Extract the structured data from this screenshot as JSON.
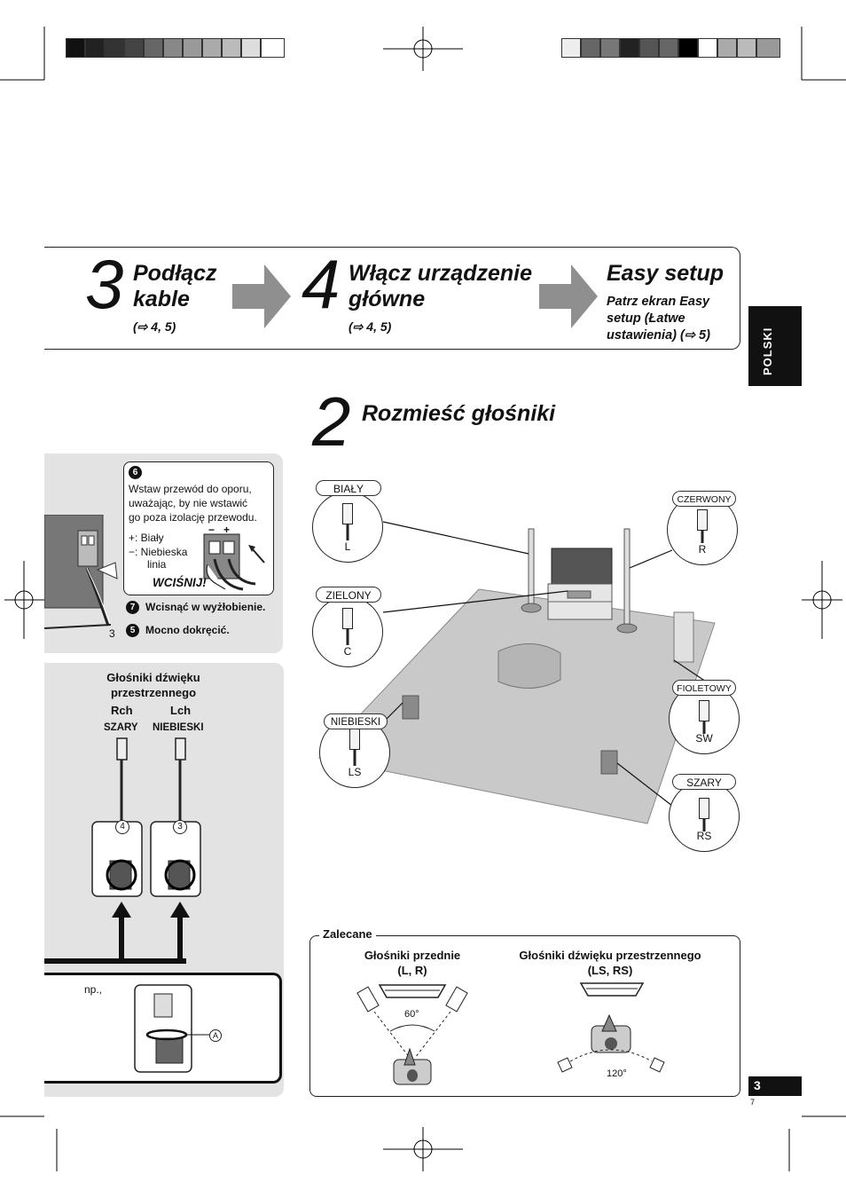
{
  "steps": {
    "step3": {
      "number": "3",
      "title_line1": "Podłącz",
      "title_line2": "kable",
      "ref": "(⇨ 4, 5)"
    },
    "step4": {
      "number": "4",
      "title_line1": "Włącz urządzenie",
      "title_line2": "główne",
      "ref": "(⇨ 4, 5)"
    },
    "easy": {
      "title": "Easy setup",
      "line1": "Patrz ekran Easy",
      "line2": "setup (Łatwe",
      "line3": "ustawienia) (⇨ 5)"
    }
  },
  "side_tab": "POLSKI",
  "section2": {
    "number": "2",
    "title": "Rozmieść głośniki"
  },
  "inset": {
    "step6_num": "6",
    "step6_line1": "Wstaw przewód do oporu,",
    "step6_line2": "uważając, by nie wstawić",
    "step6_line3": "go poza izolację przewodu.",
    "plus_label": "+:  Biały",
    "minus_label": "−:  Niebieska",
    "minus_label2": "linia",
    "terminal_signs": "−   +",
    "push": "WCIŚNIJ!",
    "step7_num": "7",
    "step7": "Wcisnąć w wyżłobienie.",
    "step5_num": "5",
    "step5": "Mocno dokręcić.",
    "small_num": "3"
  },
  "surround": {
    "title_line1": "Głośniki dźwięku",
    "title_line2": "przestrzennego",
    "rch": "Rch",
    "lch": "Lch",
    "rch_color": "SZARY",
    "lch_color": "NIEBIESKI",
    "rch_num": "4",
    "lch_num": "3"
  },
  "example": {
    "label": "np.,",
    "marker": "A"
  },
  "speakers": [
    {
      "color": "BIAŁY",
      "channel": "L"
    },
    {
      "color": "ZIELONY",
      "channel": "C"
    },
    {
      "color": "NIEBIESKI",
      "channel": "LS"
    },
    {
      "color": "CZERWONY",
      "channel": "R"
    },
    {
      "color": "FIOLETOWY",
      "channel": "SW"
    },
    {
      "color": "SZARY",
      "channel": "RS"
    }
  ],
  "recommended": {
    "title": "Zalecane",
    "front_title1": "Głośniki przednie",
    "front_title2": "(L, R)",
    "front_angle": "60°",
    "surround_title1": "Głośniki dźwięku przestrzennego",
    "surround_title2": "(LS, RS)",
    "surround_angle": "120°"
  },
  "page_number": "3",
  "page_sub": "7",
  "colors": {
    "panel_gray": "#e3e3e3",
    "floor": "#c9c9c9",
    "arrow": "#8f8f8f"
  }
}
